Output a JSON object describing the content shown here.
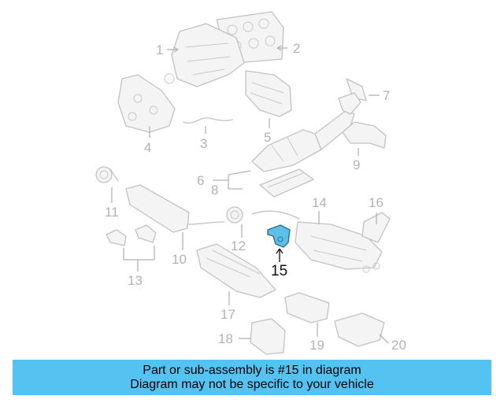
{
  "callouts": {
    "c1": "1",
    "c2": "2",
    "c3": "3",
    "c4": "4",
    "c5": "5",
    "c6": "6",
    "c7": "7",
    "c8": "8",
    "c9": "9",
    "c10": "10",
    "c11": "11",
    "c12": "12",
    "c13": "13",
    "c14": "14",
    "c15": "15",
    "c16": "16",
    "c17": "17",
    "c18": "18",
    "c19": "19",
    "c20": "20"
  },
  "highlighted_callout": "15",
  "colors": {
    "highlight_part": "#5bbfe8",
    "banner": "#55c3f2",
    "muted_part": "#c2c2c2"
  },
  "banner": {
    "line1": "Part or sub-assembly is #15 in diagram",
    "line2": "Diagram may not be specific to your vehicle"
  }
}
